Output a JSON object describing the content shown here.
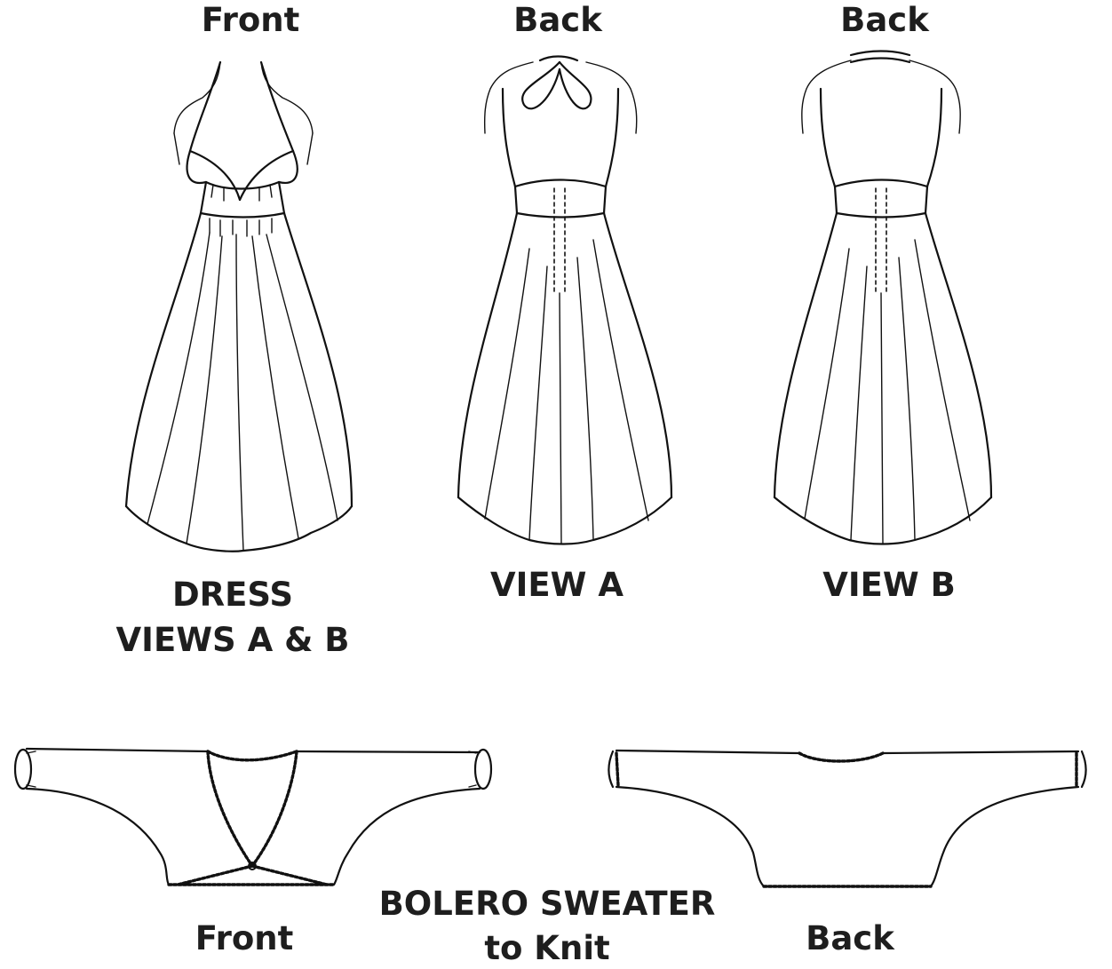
{
  "labels": {
    "dress_front_heading": "Front",
    "view_a_back_heading": "Back",
    "view_b_back_heading": "Back",
    "dress_caption_line1": "DRESS",
    "dress_caption_line2": "VIEWS A & B",
    "view_a_caption": "VIEW A",
    "view_b_caption": "VIEW B",
    "bolero_front_label": "Front",
    "bolero_back_label": "Back",
    "bolero_caption_line1": "BOLERO SWEATER",
    "bolero_caption_line2": "to Knit"
  }
}
